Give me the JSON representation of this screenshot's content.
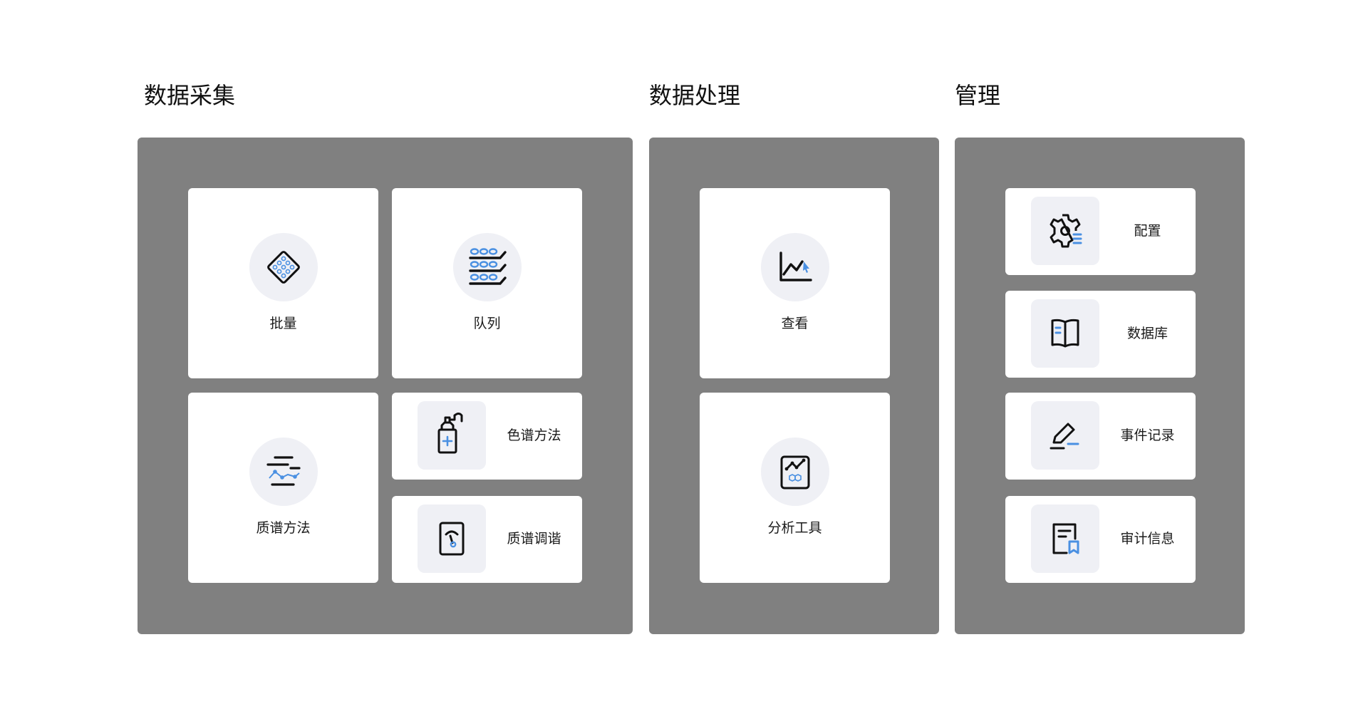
{
  "sections": [
    {
      "title": "数据采集",
      "cards": [
        {
          "label": "批量",
          "icon": "batch-plate-icon"
        },
        {
          "label": "队列",
          "icon": "queue-icon"
        },
        {
          "label": "质谱方法",
          "icon": "ms-method-icon"
        },
        {
          "label": "色谱方法",
          "icon": "lc-method-icon"
        },
        {
          "label": "质谱调谐",
          "icon": "ms-tune-icon"
        }
      ]
    },
    {
      "title": "数据处理",
      "cards": [
        {
          "label": "查看",
          "icon": "review-chart-icon"
        },
        {
          "label": "分析工具",
          "icon": "analysis-tool-icon"
        }
      ]
    },
    {
      "title": "管理",
      "cards": [
        {
          "label": "配置",
          "icon": "settings-gear-icon"
        },
        {
          "label": "数据库",
          "icon": "database-book-icon"
        },
        {
          "label": "事件记录",
          "icon": "event-log-edit-icon"
        },
        {
          "label": "审计信息",
          "icon": "audit-document-icon"
        }
      ]
    }
  ],
  "colors": {
    "panel": "#808080",
    "card": "#ffffff",
    "icon_bg": "#eff0f5",
    "accent": "#4a90e2"
  }
}
